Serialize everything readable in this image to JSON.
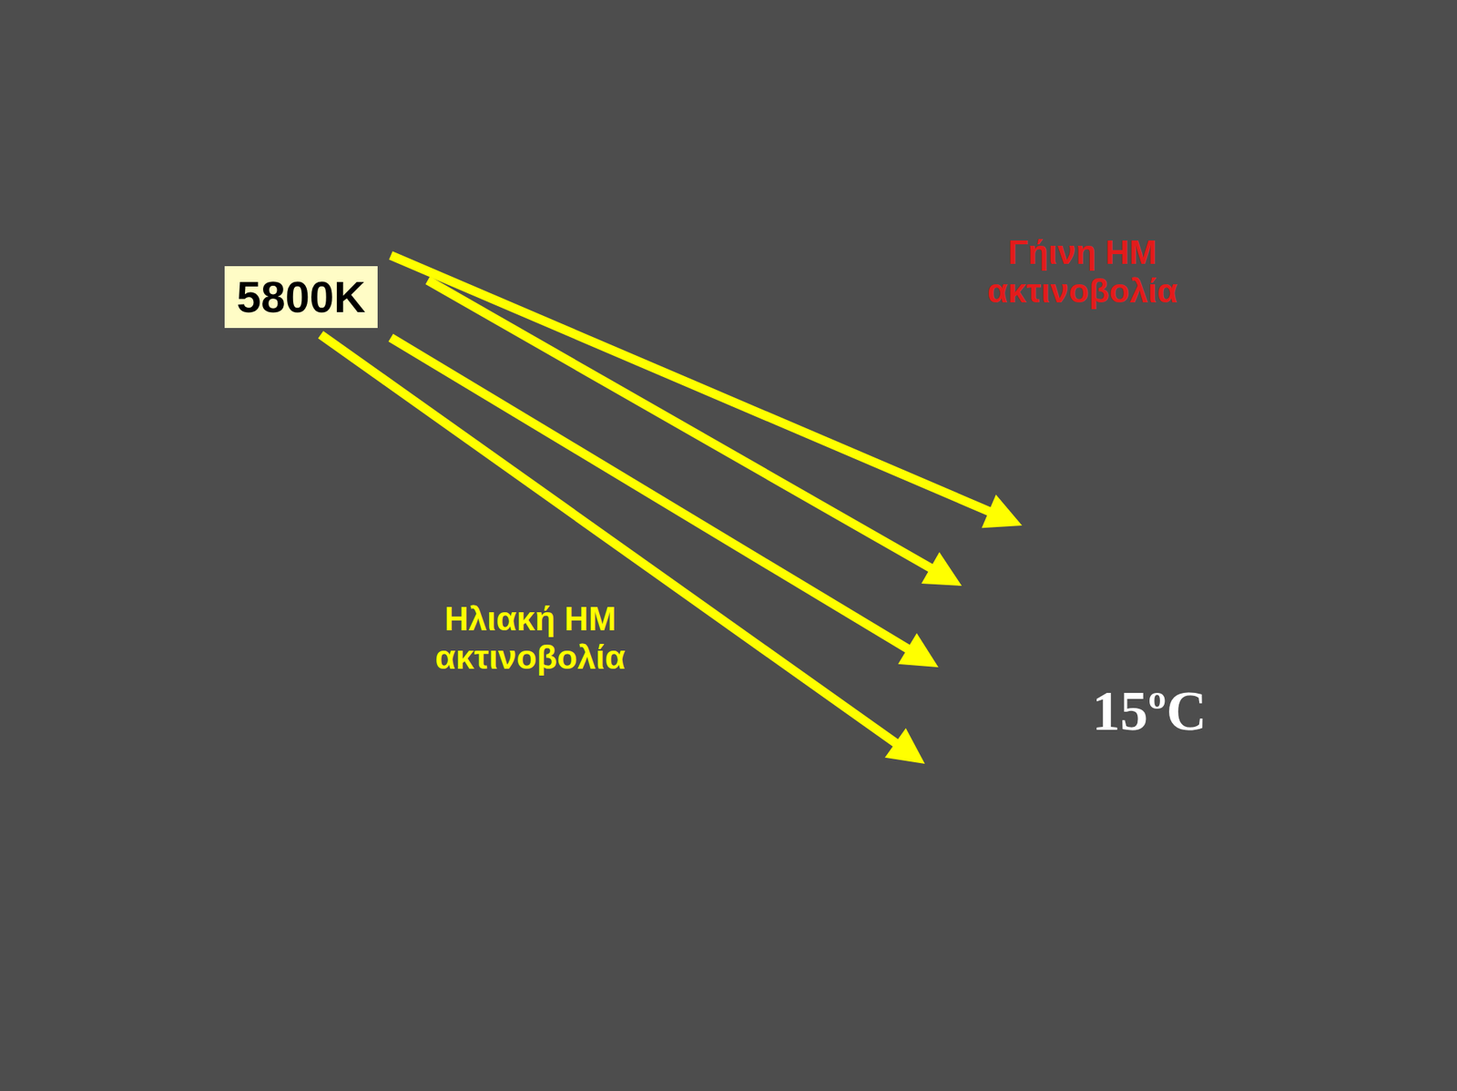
{
  "diagram": {
    "nodes": [
      {
        "text": [
          "5800K"
        ]
      },
      {
        "text": [
          "15ºC"
        ]
      }
    ],
    "edges": [
      {
        "from": 0,
        "to": 1,
        "arrow": "to"
      },
      {
        "from": 0,
        "to": 1,
        "arrow": "to"
      },
      {
        "from": 0,
        "to": 1,
        "arrow": "to"
      },
      {
        "from": 0,
        "to": 1,
        "arrow": "to"
      }
    ],
    "labels": [
      "Γήινη ΗΜ ακτινοβολία",
      "Ηλιακή ΗΜ ακτινοβολία"
    ]
  }
}
